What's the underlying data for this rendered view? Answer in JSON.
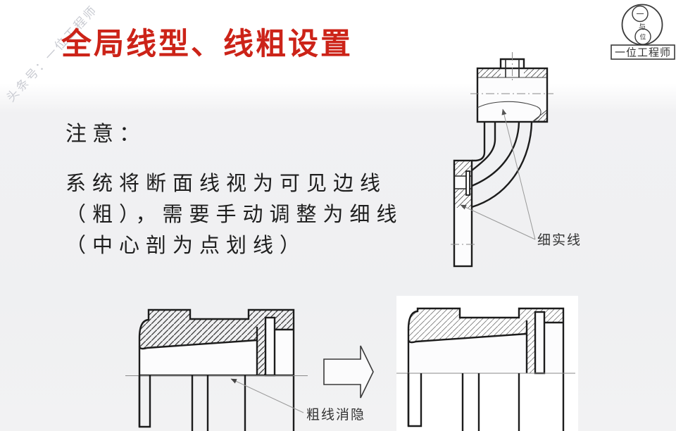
{
  "slide": {
    "title": "全局线型、线粗设置",
    "watermark": "头条号：一位工程师",
    "note": {
      "heading": "注意：",
      "lines": [
        "系统将断面线视为可见边线",
        "（粗），需要手动调整为细线",
        "（中心剖为点划线）"
      ]
    },
    "annotations": {
      "thin_solid_line": "细实线",
      "thick_line_hidden": "粗线消隐"
    },
    "logo": {
      "top_char": "一",
      "middle_char": "与",
      "bottom_char": "位",
      "caption": "一位工程师"
    },
    "colors": {
      "title_red": "#cc2318",
      "line_dark": "#1c1c1c",
      "leader_gray": "#999999",
      "watermark_gray": "#c9cbd2",
      "background_gray": "#f0f1f2"
    }
  }
}
